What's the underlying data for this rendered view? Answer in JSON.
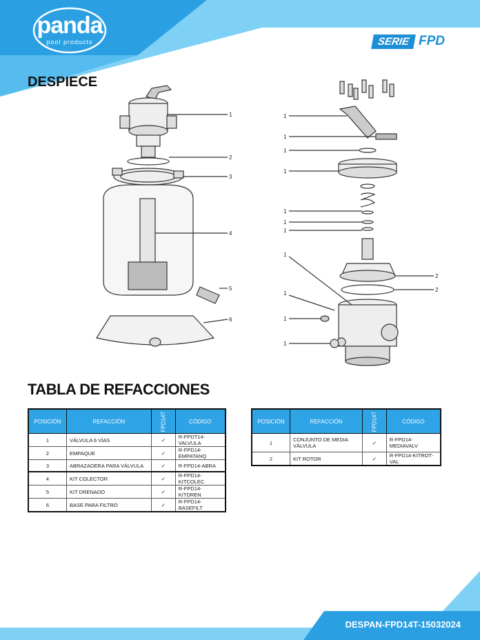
{
  "brand": {
    "name": "panda",
    "tagline": "pool products"
  },
  "series": {
    "prefix": "SERIE",
    "model": "FPD"
  },
  "sections": {
    "exploded_title": "DESPIECE",
    "parts_title": "TABLA DE REFACCIONES"
  },
  "table1": {
    "headers": [
      "POSICIÓN",
      "REFACCIÓN",
      "FPD14T",
      "CÓDIGO"
    ],
    "rows": [
      {
        "pos": "1",
        "name": "VÁLVULA 6 VÍAS",
        "check": "✓",
        "code": "R-FPDT14-VALVULA"
      },
      {
        "pos": "2",
        "name": "EMPAQUE",
        "check": "✓",
        "code": "R-FPD14-EMPATANQ"
      },
      {
        "pos": "3",
        "name": "ABRAZADERA PARA VÁLVULA",
        "check": "✓",
        "code": "R-FPD14-ABRA"
      },
      {
        "pos": "4",
        "name": "KIT COLECTOR",
        "check": "✓",
        "code": "R-FPD14-KITCOLEC"
      },
      {
        "pos": "5",
        "name": "KIT DRENADO",
        "check": "✓",
        "code": "R-FPD14-KITDREN"
      },
      {
        "pos": "6",
        "name": "BASE PARA FILTRO",
        "check": "✓",
        "code": "R-FPD14-BASEFILT"
      }
    ]
  },
  "table2": {
    "headers": [
      "POSICIÓN",
      "REFACCIÓN",
      "FPD14T",
      "CÓDIGO"
    ],
    "rows": [
      {
        "pos": "1",
        "name": "CONJUNTO DE MEDIA VÁLVULA",
        "check": "✓",
        "code": "R-FPD14-MEDIAVALV"
      },
      {
        "pos": "2",
        "name": "KIT ROTOR",
        "check": "✓",
        "code": "R-FPD14-KITROT-VAL"
      }
    ]
  },
  "left_callouts": [
    "1",
    "2",
    "3",
    "4",
    "5",
    "6"
  ],
  "right_callouts": [
    "1",
    "1",
    "1",
    "1",
    "1",
    "1",
    "1",
    "1",
    "2",
    "2",
    "1",
    "1",
    "1"
  ],
  "footer": {
    "doc_code": "DESPAN-FPD14T-15032024"
  },
  "colors": {
    "accent": "#2ea3e6",
    "accent_dark": "#1c8fd6",
    "accent_light": "#7fd0f5"
  }
}
